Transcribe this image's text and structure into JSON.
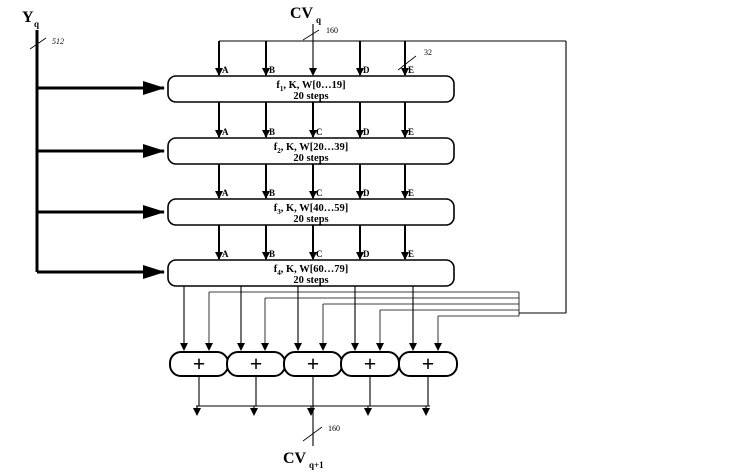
{
  "inputs": {
    "yq_main": "Y",
    "yq_sub": "q",
    "yq_width": "512",
    "cv_main": "CV",
    "cv_sub": "q",
    "cv_width": "160",
    "word_width": "32"
  },
  "wire_labels": [
    "A",
    "B",
    "C",
    "D",
    "E"
  ],
  "rounds": [
    {
      "f": "f",
      "n": "1",
      "params": ", K, W[0…19]",
      "steps": "20 steps"
    },
    {
      "f": "f",
      "n": "2",
      "params": ", K, W[20…39]",
      "steps": "20 steps"
    },
    {
      "f": "f",
      "n": "3",
      "params": ", K, W[40…59]",
      "steps": "20 steps"
    },
    {
      "f": "f",
      "n": "4",
      "params": ", K, W[60…79]",
      "steps": "20 steps"
    }
  ],
  "adders": [
    "+",
    "+",
    "+",
    "+",
    "+"
  ],
  "output": {
    "main": "CV",
    "sub": "q+1",
    "width": "160"
  }
}
